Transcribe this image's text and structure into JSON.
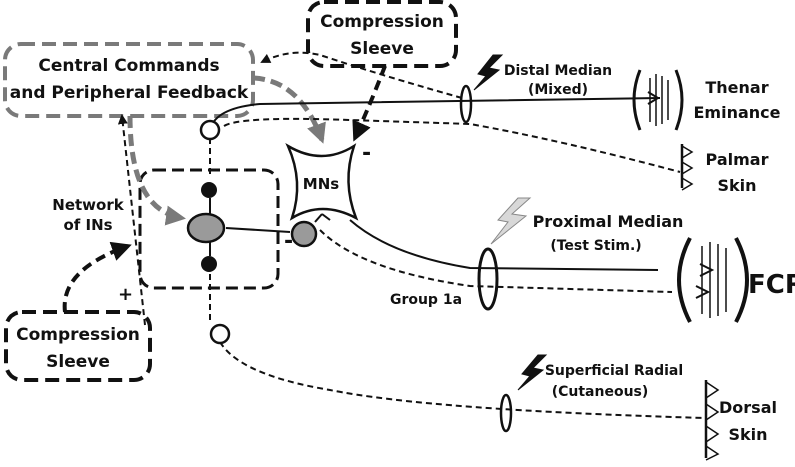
{
  "diagram": {
    "boxes": {
      "central": [
        "Central Commands",
        "and Peripheral Feedback"
      ],
      "sleeve_top": [
        "Compression",
        "Sleeve"
      ],
      "sleeve_left": [
        "Compression",
        "Sleeve"
      ]
    },
    "labels": {
      "mns": "MNs",
      "network": [
        "Network",
        "of INs"
      ],
      "distal_median": [
        "Distal Median",
        "(Mixed)"
      ],
      "thenar": [
        "Thenar",
        "Eminance"
      ],
      "palmar": [
        "Palmar",
        "Skin"
      ],
      "proximal_median": [
        "Proximal Median",
        "(Test Stim.)"
      ],
      "fcr": "FCR",
      "group1a": "Group 1a",
      "superficial_radial": [
        "Superficial Radial",
        "(Cutaneous)"
      ],
      "dorsal": [
        "Dorsal",
        "Skin"
      ]
    },
    "signs": {
      "minus_mn": "-",
      "minus_in": "-",
      "plus_sleeve": "+"
    }
  },
  "colors": {
    "ink": "#111111",
    "gray_arrow": "#7a7a7a",
    "in_fill": "#9a9a9a",
    "bolt_light": "#d8d8d8"
  }
}
